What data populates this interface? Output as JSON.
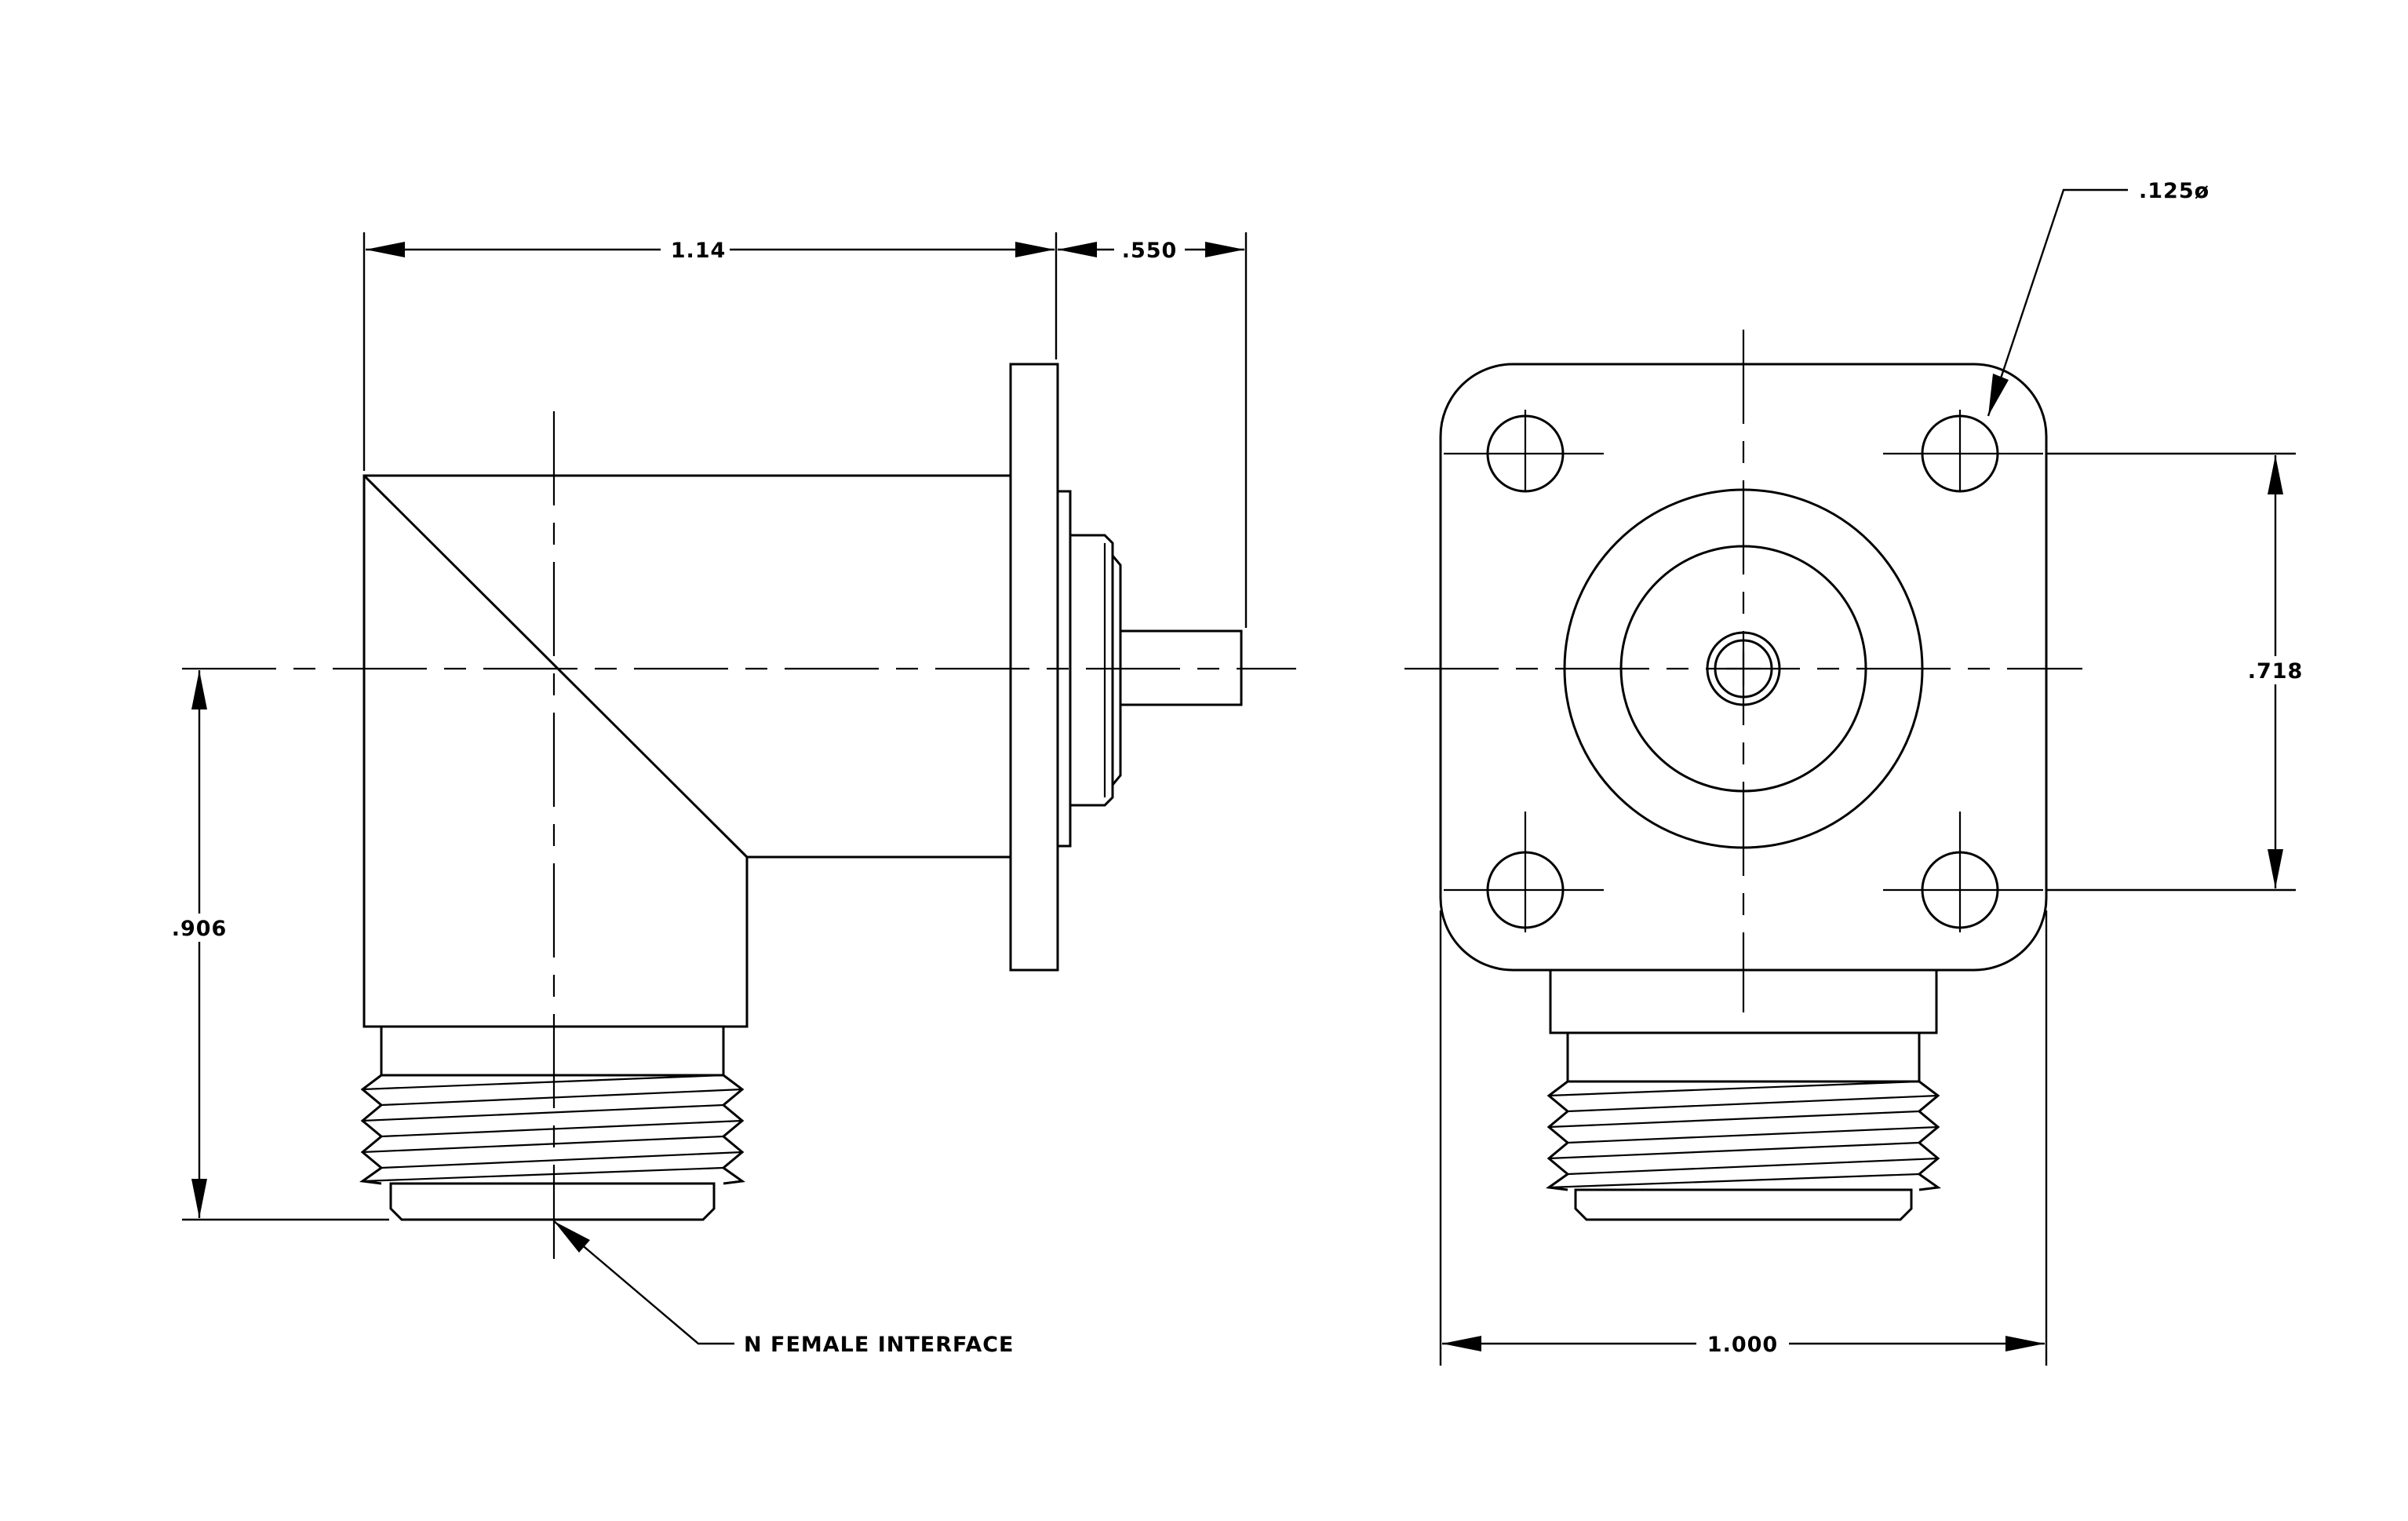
{
  "dimensions": {
    "overall_length": "1.14",
    "pin_length": ".550",
    "height": ".906",
    "hole_spacing": ".718",
    "flange_width": "1.000",
    "hole_diameter": ".125ø"
  },
  "callouts": {
    "interface": "N FEMALE INTERFACE"
  }
}
